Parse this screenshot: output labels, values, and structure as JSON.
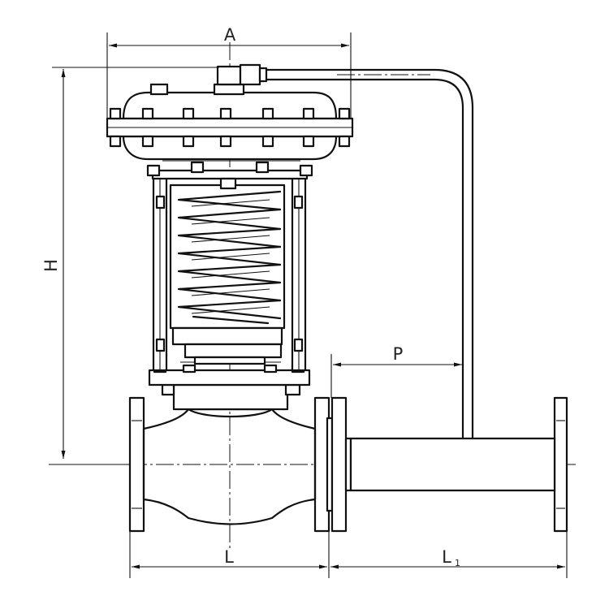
{
  "dimensions": {
    "A": "A",
    "H": "H",
    "P": "P",
    "L": "L",
    "L1_main": "L",
    "L1_sub": "1"
  }
}
